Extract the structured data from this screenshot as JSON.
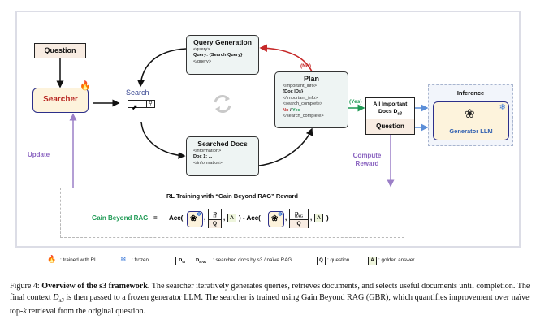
{
  "figure": {
    "question_box": "Question",
    "searcher_box": "Searcher",
    "update_label": "Update",
    "search_label": "Search",
    "query_generation": {
      "title": "Query Generation",
      "lines": [
        "<query>",
        "Query: {Search Query}",
        "</query>"
      ]
    },
    "searched_docs": {
      "title": "Searched Docs",
      "lines": [
        "<information>",
        "Doc 1: ...",
        "</information>"
      ]
    },
    "plan": {
      "title": "Plan",
      "lines": [
        "<important_info>",
        "{Doc IDs}",
        "</important_info>",
        "<search_complete>"
      ],
      "no": "No",
      "slash": " / ",
      "yes": "Yes",
      "close": "</search_complete>"
    },
    "no_label": "(No)",
    "yes_label": "(Yes)",
    "stack": {
      "top_line1": "All Important",
      "top_line2": "Docs D",
      "top_sub": "s3",
      "bottom": "Question"
    },
    "compute_reward": [
      "Compute",
      "Reward"
    ],
    "inference": {
      "title": "Inference",
      "generator": "Generator  LLM"
    },
    "rl_training": {
      "title": "RL Training with “Gain Beyond RAG” Reward",
      "gbr_label": "Gain Beyond RAG",
      "equals": "=",
      "acc1": "Acc(",
      "minus": ") - Acc(",
      "close": ")",
      "comma": ",",
      "frac1_num": "D",
      "frac1_sub": "s3",
      "frac2_num": "D",
      "frac2_sub": "RAG",
      "frac_den": "Q",
      "answer": "A"
    },
    "colors": {
      "searcher_text": "#b82620",
      "no_arrow": "#c62828",
      "yes_arrow": "#1f9a55",
      "update_arrow": "#9b7fc7",
      "generator_text": "#2f5fb0",
      "gbr_text": "#1f9a55"
    }
  },
  "legend": {
    "trained": ": trained with RL",
    "frozen": ": frozen",
    "ds3": "D",
    "ds3_sub": "s3",
    "drag": "D",
    "drag_sub": "RAG",
    "docs_desc": ": searched docs by s3 / naïve RAG",
    "q": "Q",
    "q_desc": ": question",
    "a": "A",
    "a_desc": ": golden answer"
  },
  "caption": {
    "label": "Figure 4:",
    "bold": "Overview of the s3 framework.",
    "text1": " The searcher iteratively generates queries, retrieves documents, and selects useful documents until completion. The final context ",
    "math": "D",
    "math_sub": "s3",
    "text2": " is then passed to a frozen generator LLM. The searcher is trained using Gain Beyond RAG (GBR), which quantifies improvement over naïve top-",
    "k": "k",
    "text3": " retrieval from the original question."
  }
}
